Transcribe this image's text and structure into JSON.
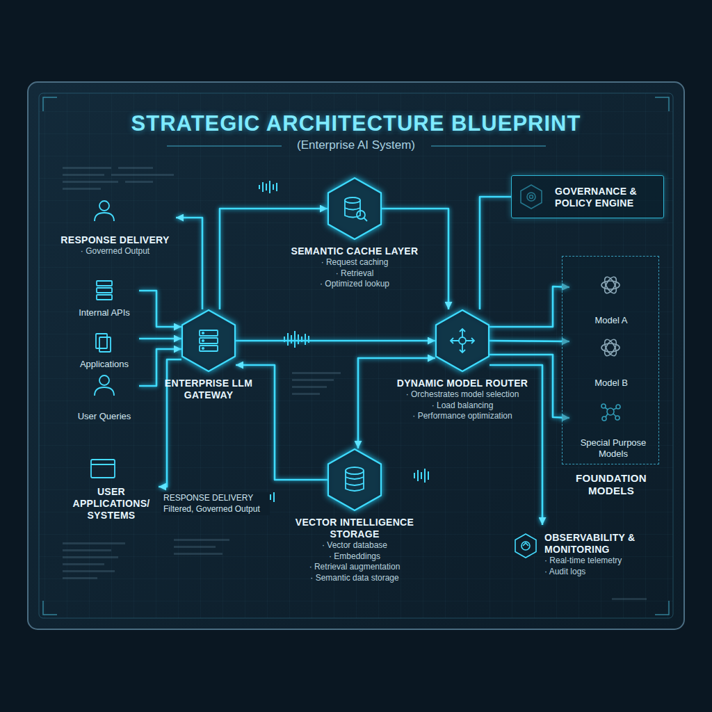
{
  "diagram": {
    "title": "STRATEGIC ARCHITECTURE BLUEPRINT",
    "nodes": [
      {
        "text": [
          "RESPONSE DELIVERY",
          "· Governed Output"
        ]
      },
      {
        "text": [
          "Internal APIs"
        ]
      },
      {
        "text": [
          "Applications"
        ]
      },
      {
        "text": [
          "User Queries"
        ]
      },
      {
        "text": [
          "USER APPLICATIONS/ SYSTEMS"
        ]
      },
      {
        "text": [
          "SEMANTIC CACHE LAYER",
          "· Request caching",
          "· Retrieval",
          "· Optimized lookup"
        ]
      },
      {
        "text": [
          "ENTERPRISE LLM GATEWAY"
        ]
      },
      {
        "text": [
          "GOVERNANCE & POLICY ENGINE"
        ]
      },
      {
        "text": [
          "DYNAMIC MODEL ROUTER",
          "· Orchestrates model selection",
          "· Load balancing",
          "· Performance optimization"
        ]
      },
      {
        "text": [
          "FOUNDATION MODELS"
        ]
      },
      {
        "text": [
          "Model A"
        ],
        "in": 9
      },
      {
        "text": [
          "Model B"
        ],
        "in": 9
      },
      {
        "text": [
          "Special Purpose Models"
        ],
        "in": 9
      },
      {
        "text": [
          "VECTOR INTELLIGENCE STORAGE",
          "· Vector database",
          "· Embeddings",
          "· Retrieval augmentation",
          "· Semantic data storage"
        ]
      },
      {
        "text": [
          "OBSERVABILITY & MONITORING",
          "· Real-time telemetry",
          "· Audit logs"
        ]
      }
    ],
    "edges": [
      {
        "from": 1,
        "to": 6,
        "arrow": "to"
      },
      {
        "from": 2,
        "to": 6,
        "arrow": "to"
      },
      {
        "from": 3,
        "to": 6,
        "arrow": "to"
      },
      {
        "from": 6,
        "to": 0,
        "arrow": "to"
      },
      {
        "from": 6,
        "to": 5,
        "arrow": "to"
      },
      {
        "from": 5,
        "to": 8,
        "arrow": "to"
      },
      {
        "from": 6,
        "to": 8,
        "arrow": "to"
      },
      {
        "from": 7,
        "to": 8,
        "arrow": "none"
      },
      {
        "from": 8,
        "to": 13,
        "arrow": "both"
      },
      {
        "from": 13,
        "to": 6,
        "arrow": "to"
      },
      {
        "from": 6,
        "to": 4,
        "label": "RESPONSE DELIVERY Filtered, Governed Output",
        "arrow": "to"
      },
      {
        "from": 8,
        "to": 10,
        "arrow": "to"
      },
      {
        "from": 8,
        "to": 11,
        "arrow": "to"
      },
      {
        "from": 8,
        "to": 12,
        "arrow": "to"
      },
      {
        "from": 8,
        "to": 14,
        "arrow": "to"
      }
    ],
    "labels": [
      "(Enterprise AI System)"
    ]
  }
}
